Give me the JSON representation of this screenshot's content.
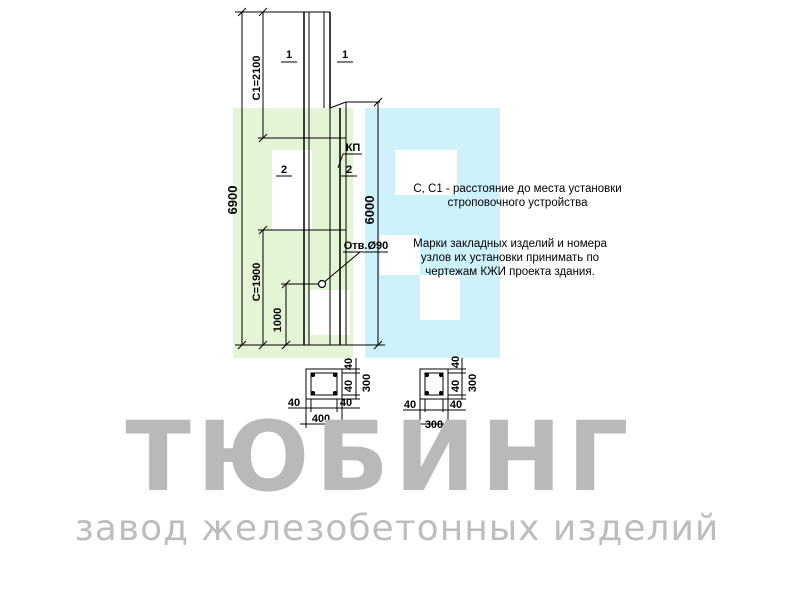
{
  "drawing": {
    "overall_height": "6900",
    "segment_upper": "С1=2100",
    "segment_lower": "С=1900",
    "hole_height": "1000",
    "right_column_height": "6000",
    "mark_1_left": "1",
    "mark_1_right": "1",
    "mark_2_left": "2",
    "mark_2_right": "2",
    "kp_label": "КП",
    "hole_label": "Отв.Ø90"
  },
  "sections": [
    {
      "width": "400",
      "height": "300",
      "cover_top": "40",
      "cover_mid": "40",
      "cover_left": "40",
      "cover_right": "40"
    },
    {
      "width": "300",
      "height": "300",
      "cover_top": "40",
      "cover_mid": "40",
      "cover_left": "40",
      "cover_right": "40"
    }
  ],
  "notes": {
    "lifting": "С, С1 - расстояние до места установки строповочного устройства",
    "embedded": "Марки закладных изделий и номера узлов их установки принимать по чертежам КЖИ проекта здания."
  },
  "watermark": {
    "title": "ТЮБИНГ",
    "subtitle": "завод железобетонных изделий",
    "colors": {
      "green": "#e4f5d6",
      "cyan": "#cdf2fb",
      "text": "#b9b9b9"
    }
  }
}
